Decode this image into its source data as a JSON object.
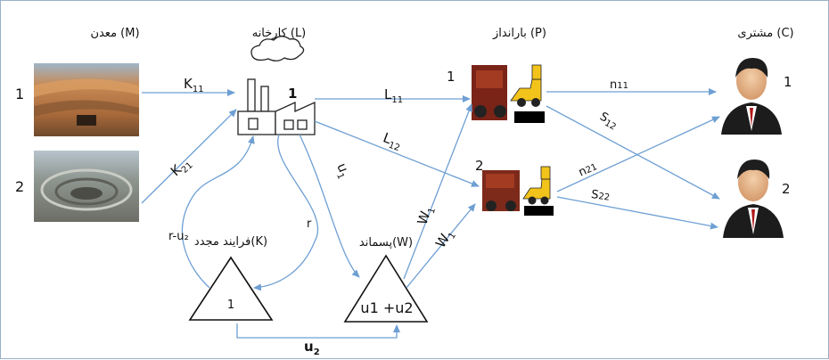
{
  "headers": {
    "mine": "معدن (M)",
    "factory": "کارخانه (L)",
    "port": "بارانداز (P)",
    "customer": "مشتری (C)"
  },
  "mines": [
    {
      "num": "1"
    },
    {
      "num": "2"
    }
  ],
  "factory_num": "1",
  "ports": [
    {
      "num": "1"
    },
    {
      "num": "2"
    }
  ],
  "customers": [
    {
      "num": "1"
    },
    {
      "num": "2"
    }
  ],
  "edges": {
    "k11": {
      "base": "K",
      "sub": "11"
    },
    "k21": {
      "base": "K",
      "sub": "21"
    },
    "l11": {
      "base": "L",
      "sub": "11"
    },
    "l12": {
      "base": "L",
      "sub": "12"
    },
    "u1": {
      "base": "u",
      "sub": "1"
    },
    "w1a": {
      "base": "W",
      "sub": "1"
    },
    "w1b": {
      "base": "W",
      "sub": "1"
    },
    "n11": {
      "base": "n",
      "sub": "11"
    },
    "s12": {
      "base": "S",
      "sub": "12"
    },
    "n21": {
      "base": "n",
      "sub": "21"
    },
    "s22": {
      "base": "S",
      "sub": "22"
    },
    "r": "r",
    "r_u2": "r-u₂",
    "u2": {
      "base": "u",
      "sub": "2"
    }
  },
  "recycle": {
    "label": "فرایند مجدد(K)",
    "node_text": "1"
  },
  "waste": {
    "label": "پسماند(W)",
    "node_text": "u1 +u2"
  },
  "colors": {
    "arrow": "#6e9fd3",
    "triangle": "#111111"
  }
}
